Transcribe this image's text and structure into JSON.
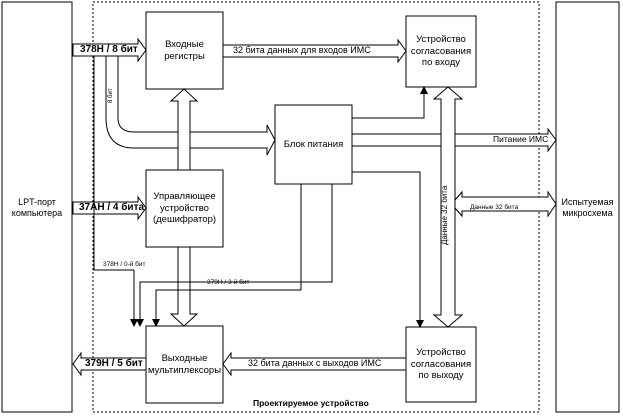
{
  "blocks": {
    "lpt_port": "LPT-порт\nкомпьютера",
    "input_registers": "Входные\nрегистры",
    "input_matcher": "Устройство\nсогласования\nпо входу",
    "power_unit": "Блок питания",
    "control_unit": "Управляющее\nустройство\n(дешифратор)",
    "output_mux": "Выходные\nмультиплексоры",
    "output_matcher": "Устройство\nсогласования\nпо выходу",
    "dut": "Испытуемая\nмикросхема"
  },
  "labels": {
    "port_378": "378H / 8 бит",
    "port_37a": "37AH / 4 бита",
    "port_379": "379H / 5 бит",
    "bits8": "8 бит",
    "bit0": "378H / 0-й бит",
    "bit3": "379H / 3-й бит",
    "data_in": "32 бита данных для входов ИМС",
    "data_out": "32 бита данных с выходов ИМС",
    "data_vert": "Данные  32 бита",
    "data_dut": "Данные  32 бита",
    "power_ims": "Питание ИМС",
    "designed_device": "Проектируемое устройство"
  }
}
